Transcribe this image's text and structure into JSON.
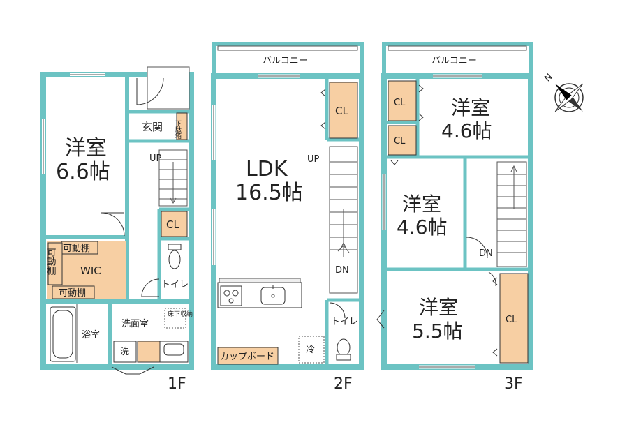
{
  "floor1": {
    "floor_label": "1F",
    "room_western": "洋室",
    "room_western_size": "6.6帖",
    "entrance": "玄関",
    "shoe_box": "下駄箱",
    "up": "UP",
    "closet": "CL",
    "movable_shelf_top": "可動棚",
    "movable_shelf_side": "可動棚",
    "movable_shelf_bottom": "可動棚",
    "wic": "WIC",
    "toilet": "トイレ",
    "bathroom": "浴室",
    "washroom": "洗面室",
    "under_floor_storage": "床下収納",
    "washer": "洗"
  },
  "floor2": {
    "floor_label": "2F",
    "balcony": "バルコニー",
    "ldk": "LDK",
    "ldk_size": "16.5帖",
    "closet": "CL",
    "up": "UP",
    "dn": "DN",
    "toilet": "トイレ",
    "cupboard": "カップボード",
    "fridge": "冷"
  },
  "floor3": {
    "floor_label": "3F",
    "balcony": "バルコニー",
    "room_a": "洋室",
    "room_a_size": "4.6帖",
    "room_b": "洋室",
    "room_b_size": "4.6帖",
    "room_c": "洋室",
    "room_c_size": "5.5帖",
    "closet_1": "CL",
    "closet_2": "CL",
    "closet_3": "CL",
    "dn": "DN"
  },
  "compass": {
    "north_label": "N"
  },
  "colors": {
    "wall": "#6cc3c3",
    "storage": "#f7cfa3",
    "stroke": "#333333"
  }
}
